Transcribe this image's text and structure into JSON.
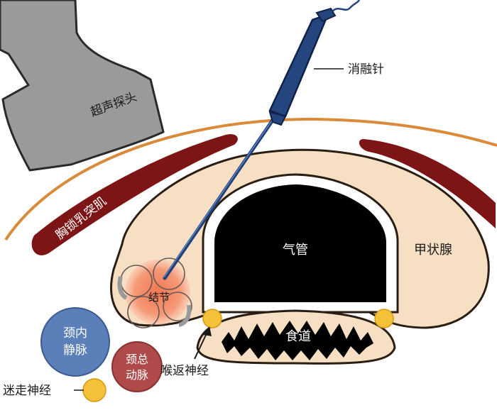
{
  "labels": {
    "probe": "超声探头",
    "needle": "消融针",
    "muscle": "胸锁乳突肌",
    "trachea": "气管",
    "thyroid": "甲状腺",
    "nodule": "结节",
    "esophagus": "食道",
    "jugular_line1": "颈内",
    "jugular_line2": "静脉",
    "carotid_line1": "颈总",
    "carotid_line2": "动脉",
    "recurrent_nerve": "喉返神经",
    "vagus_nerve": "迷走神经"
  },
  "colors": {
    "skin_line": "#d98a3a",
    "muscle": "#7d1516",
    "thyroid": "#f7dfc3",
    "trachea": "#000000",
    "needle": "#1f3f78",
    "probe": "#9a9a9a",
    "nodule": "#f2704c",
    "jugular_vein": "#5b7fb8",
    "carotid_artery": "#b04a4a",
    "nerve": "#f5c03a"
  },
  "icons": {
    "probe": "ultrasound-probe-icon",
    "needle": "ablation-needle-icon"
  }
}
